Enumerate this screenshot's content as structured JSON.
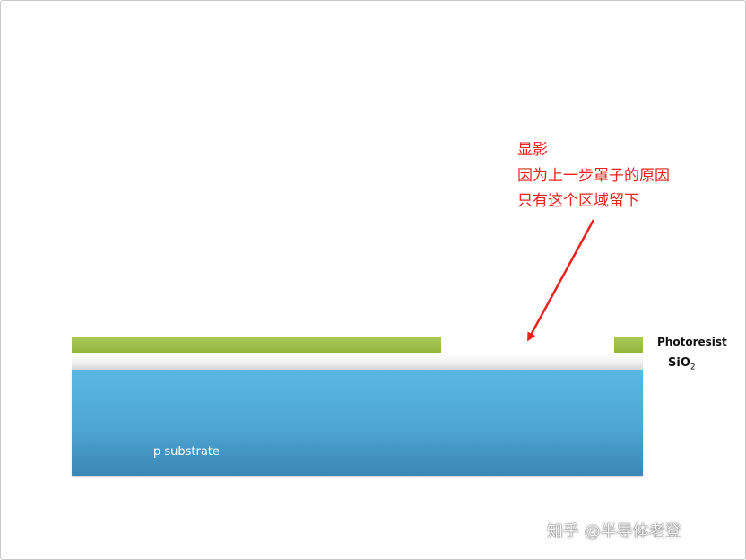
{
  "annotation": {
    "lines": [
      "显影",
      "因为上一步罩子的原因",
      "只有这个区域留下"
    ],
    "color": "#e8231d"
  },
  "layers": {
    "photoresist_label": "Photoresist",
    "sio2_label_base": "SiO",
    "sio2_label_sub": "2",
    "substrate_label": "p substrate"
  },
  "colors": {
    "photoresist": "#9cbd4a",
    "sio2": "#f2f2f2",
    "substrate": "#4ea6d2"
  },
  "watermark": "知乎 @半导体老登"
}
